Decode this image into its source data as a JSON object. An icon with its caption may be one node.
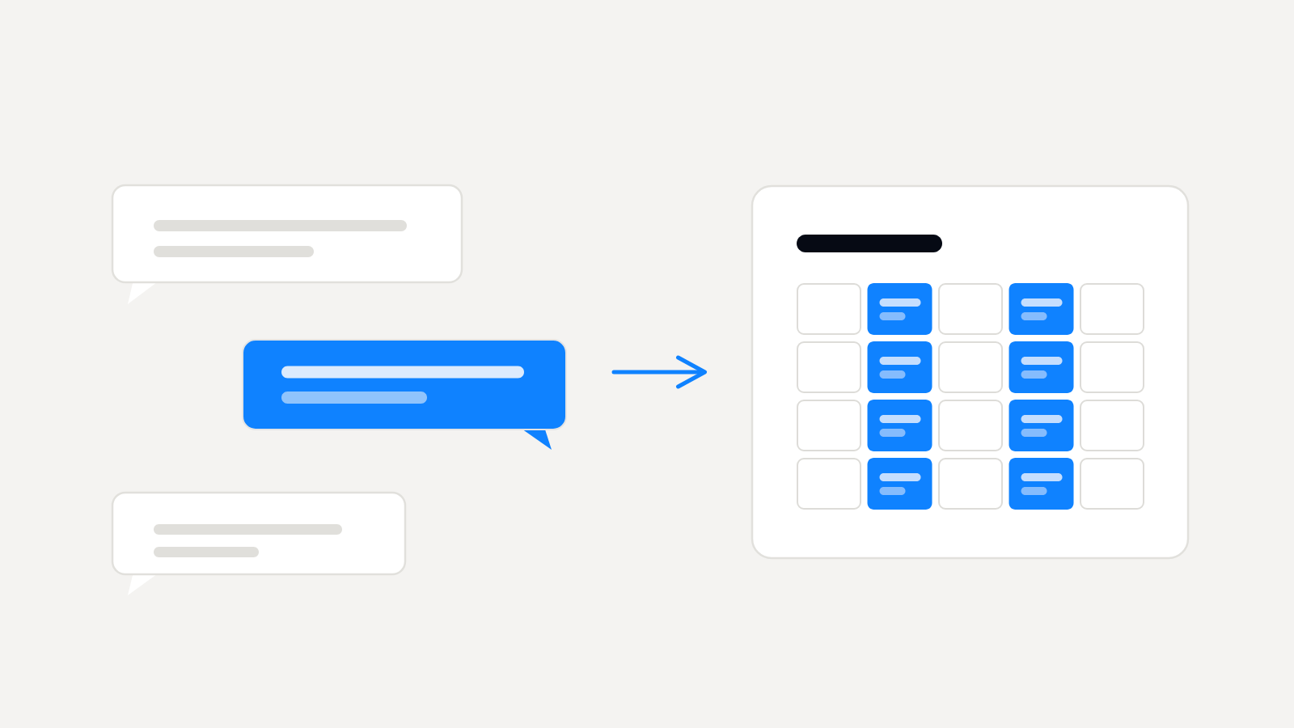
{
  "diagram": {
    "nodes": [
      {
        "text": [],
        "shape": "bubble"
      },
      {
        "text": [],
        "shape": "bubble"
      },
      {
        "text": [],
        "shape": "bubble"
      },
      {
        "text": [],
        "shape": "box"
      },
      {
        "text": [],
        "shape": "bar",
        "in": 3
      }
    ],
    "edges": [
      {
        "from": 1,
        "to": 3,
        "arrow": "to"
      }
    ]
  }
}
